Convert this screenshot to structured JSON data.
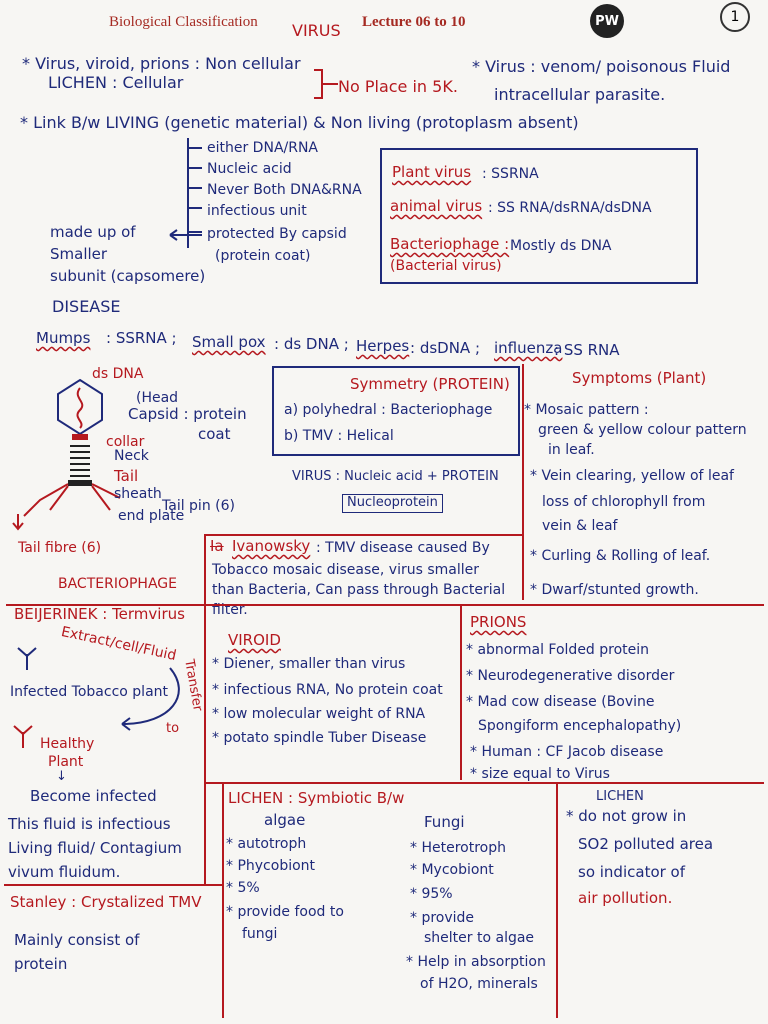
{
  "header": {
    "subject": "Biological Classification",
    "topic": "VIRUS",
    "lectures": "Lecture 06 to 10",
    "logo_text": "PW",
    "page_number": "1"
  },
  "intro": {
    "line1": "* Virus, viroid, prions : Non cellular",
    "line2": "LICHEN : Cellular",
    "no_place": "No Place in 5K.",
    "virus_def1": "* Virus : venom/ poisonous Fluid",
    "virus_def2": "intracellular parasite.",
    "link": "* Link B/w LIVING (genetic material) & Non living (protoplasm absent)"
  },
  "virus_props": [
    "either DNA/RNA",
    "Nucleic acid",
    "Never Both DNA&RNA",
    "infectious unit",
    "protected By capsid",
    "(protein coat)"
  ],
  "capsomere": [
    "made up of",
    "Smaller",
    "subunit (capsomere)"
  ],
  "virus_types": {
    "plant_label": "Plant virus",
    "plant_value": ": SSRNA",
    "animal_label": "animal virus",
    "animal_value": ": SS RNA/dsRNA/dsDNA",
    "phage_label": "Bacteriophage :",
    "phage_value": "Mostly ds DNA",
    "phage_note": "(Bacterial virus)"
  },
  "disease": {
    "heading": "DISEASE",
    "line_mumps": "Mumps",
    "line_mumps_v": ": SSRNA ;",
    "line_smallpox": "Small pox",
    "line_smallpox_v": ": ds DNA ;",
    "line_herpes": "Herpes",
    "line_herpes_v": ": dsDNA ;",
    "line_influenza": "influenza",
    "line_influenza_v": ": SS RNA"
  },
  "phage_diagram": {
    "ds_dna": "ds DNA",
    "head": "(Head",
    "capsid": "Capsid : protein",
    "coat": "coat",
    "collar": "collar",
    "neck": "Neck",
    "tail": "Tail",
    "sheath": "sheath",
    "tail_pin": "Tail pin (6)",
    "end_plate": "end plate",
    "tail_fibre": "Tail fibre (6)",
    "title": "BACTERIOPHAGE"
  },
  "symmetry": {
    "title": "Symmetry (PROTEIN)",
    "a": "a) polyhedral : Bacteriophage",
    "b": "b) TMV : Helical",
    "virus_eq": "VIRUS : Nucleic acid + PROTEIN",
    "nucleoprotein": "Nucleoprotein"
  },
  "symptoms": {
    "title": "Symptoms (Plant)",
    "items": [
      "* Mosaic pattern :",
      "green & yellow colour pattern",
      "in leaf.",
      "* Vein clearing, yellow of leaf",
      "loss of chlorophyll from",
      "vein & leaf",
      "* Curling & Rolling of leaf.",
      "* Dwarf/stunted growth."
    ]
  },
  "ivanowsky": {
    "name": "Ivanowsky",
    "crossed": "Ia",
    "text1": ": TMV disease caused By",
    "text2": "Tobacco mosaic disease, virus smaller",
    "text3": "than Bacteria, Can pass through Bacterial",
    "text4": "filter."
  },
  "beijerinek": {
    "title": "BEIJERINEK : Termvirus",
    "extract": "Extract/cell/Fluid",
    "transfer": "Transfer",
    "infected": "Infected Tobacco plant",
    "to": "to",
    "healthy": "Healthy",
    "plant": "Plant",
    "become": "Become infected",
    "fluid1": "This fluid is infectious",
    "fluid2": "Living fluid/ Contagium",
    "fluid3": "vivum fluidum."
  },
  "viroid": {
    "title": "VIROID",
    "items": [
      "* Diener, smaller than virus",
      "* infectious RNA, No protein coat",
      "* low molecular weight of RNA",
      "* potato spindle Tuber Disease"
    ]
  },
  "prions": {
    "title": "PRIONS",
    "items": [
      "* abnormal Folded protein",
      "* Neurodegenerative disorder",
      "* Mad cow disease (Bovine",
      "Spongiform encephalopathy)",
      "* Human : CF Jacob disease",
      "* size equal to Virus"
    ]
  },
  "stanley": {
    "title": "Stanley : Crystalized TMV",
    "line1": "Mainly consist of",
    "line2": "protein"
  },
  "lichen": {
    "title": "LICHEN : Symbiotic B/w",
    "algae_head": "algae",
    "algae": [
      "* autotroph",
      "* Phycobiont",
      "* 5%",
      "* provide food to",
      "fungi"
    ],
    "fungi_head": "Fungi",
    "fungi": [
      "* Heterotroph",
      "* Mycobiont",
      "* 95%",
      "* provide",
      "shelter to algae",
      "* Help in absorption",
      "of H2O, minerals"
    ]
  },
  "lichen2": {
    "title": "LICHEN",
    "items": [
      "* do not grow in",
      "SO2 polluted area",
      "so indicator of",
      "air pollution."
    ]
  },
  "colors": {
    "navy": "#1f2a7a",
    "red": "#b5191f"
  }
}
